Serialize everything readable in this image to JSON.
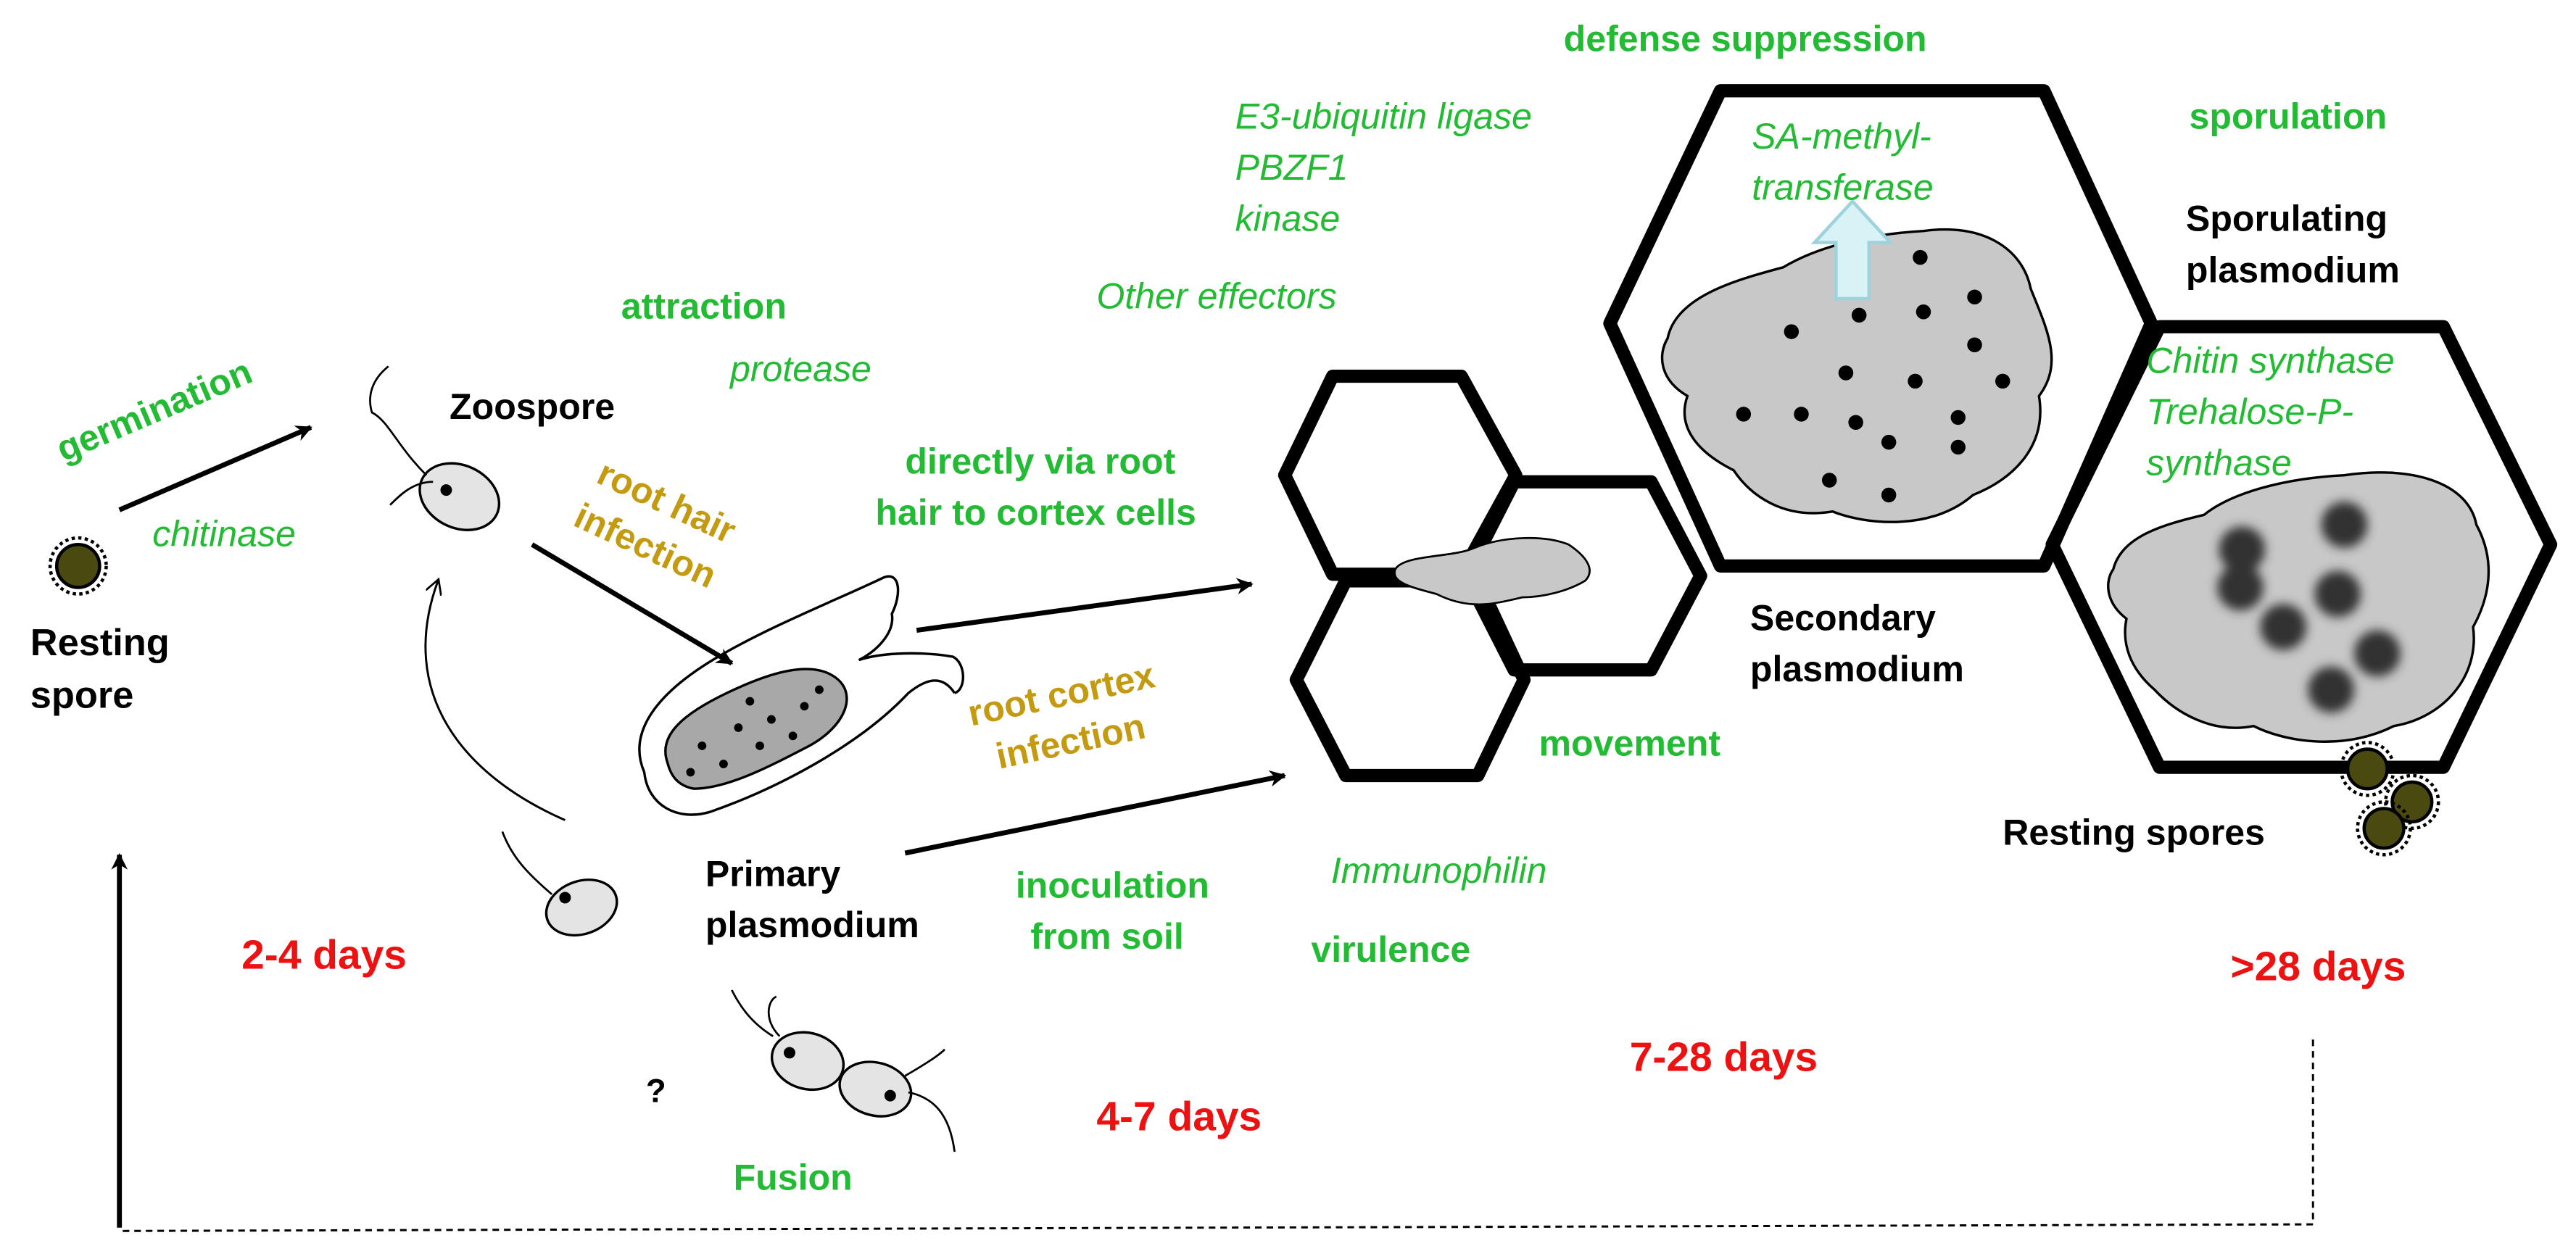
{
  "colors": {
    "green": "#22bb33",
    "gold": "#c49a10",
    "red": "#ee1111",
    "black": "#000000",
    "plasmodium_fill": "#c8c8c8",
    "spore_fill": "#4a4a10",
    "arrow_up_fill": "#d8f2f6"
  },
  "labels": {
    "germination": "germination",
    "chitinase": "chitinase",
    "resting_spore_1": "Resting",
    "resting_spore_2": "spore",
    "zoospore": "Zoospore",
    "attraction": "attraction",
    "protease": "protease",
    "root_hair_1": "root hair",
    "root_hair_2": "infection",
    "direct_1": "directly via root",
    "direct_2": "hair to cortex cells",
    "root_cortex_1": "root cortex",
    "root_cortex_2": "infection",
    "primary_1": "Primary",
    "primary_2": "plasmodium",
    "inoculation_1": "inoculation",
    "inoculation_2": "from soil",
    "question": "?",
    "fusion": "Fusion",
    "days_2_4": "2-4 days",
    "days_4_7": "4-7 days",
    "days_7_28": "7-28 days",
    "days_28": ">28 days",
    "effector_1": "E3-ubiquitin ligase",
    "effector_2": "PBZF1",
    "effector_3": "kinase",
    "other_effectors": "Other effectors",
    "immunophilin": "Immunophilin",
    "virulence": "virulence",
    "movement": "movement",
    "defense_suppression": "defense suppression",
    "sa_1": "SA-methyl-",
    "sa_2": "transferase",
    "secondary_1": "Secondary",
    "secondary_2": "plasmodium",
    "sporulation": "sporulation",
    "sporulating_1": "Sporulating",
    "sporulating_2": "plasmodium",
    "chitin_synthase": "Chitin synthase",
    "trehalose_1": "Trehalose-P-",
    "trehalose_2": "synthase",
    "resting_spores": "Resting spores"
  }
}
